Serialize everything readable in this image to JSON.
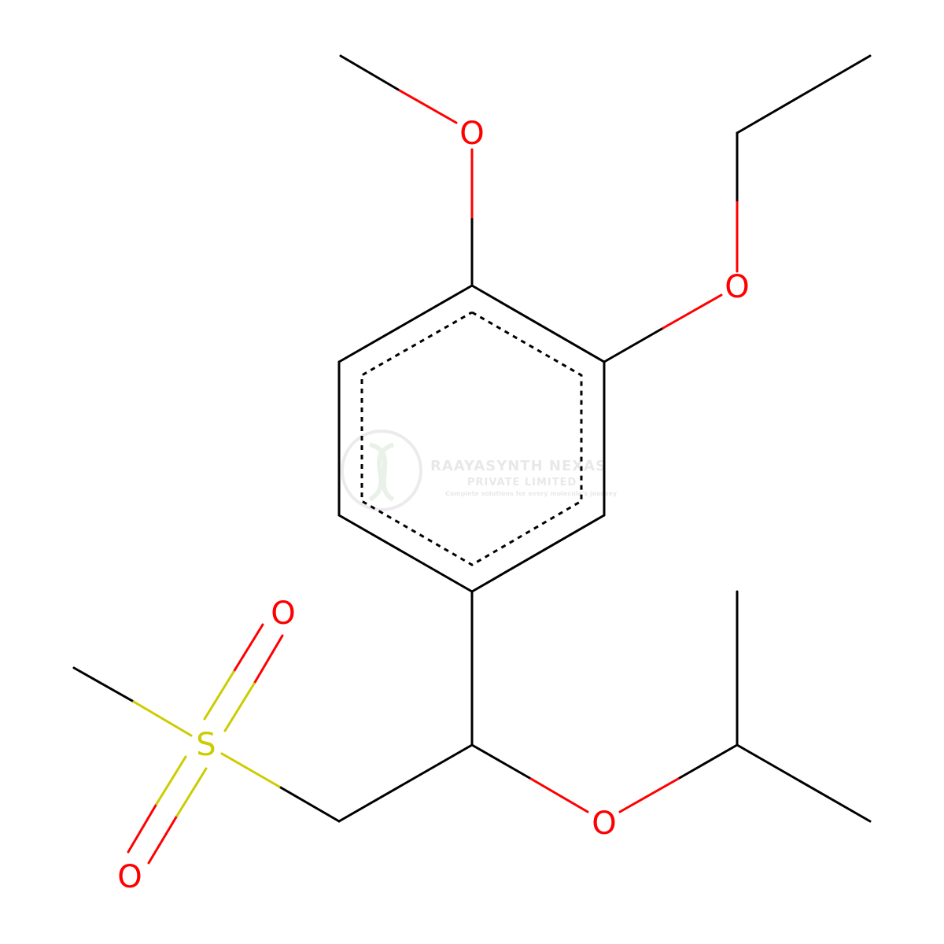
{
  "colors": {
    "carbon": "#000000",
    "oxygen": "#ff0000",
    "sulfur": "#cccc00",
    "watermark": "#dcdcdc"
  },
  "atoms": {
    "o_methoxy": "O",
    "o_ethoxy": "O",
    "o_isopropoxy": "O",
    "s_sulfonyl": "S",
    "o_sulfonyl_upper": "O",
    "o_sulfonyl_lower": "O"
  },
  "watermark": {
    "title": "RAAYASYNTH NEXAS",
    "subtitle": "PRIVATE LIMITED",
    "tagline": "Complete solutions for every molecule's journey"
  }
}
